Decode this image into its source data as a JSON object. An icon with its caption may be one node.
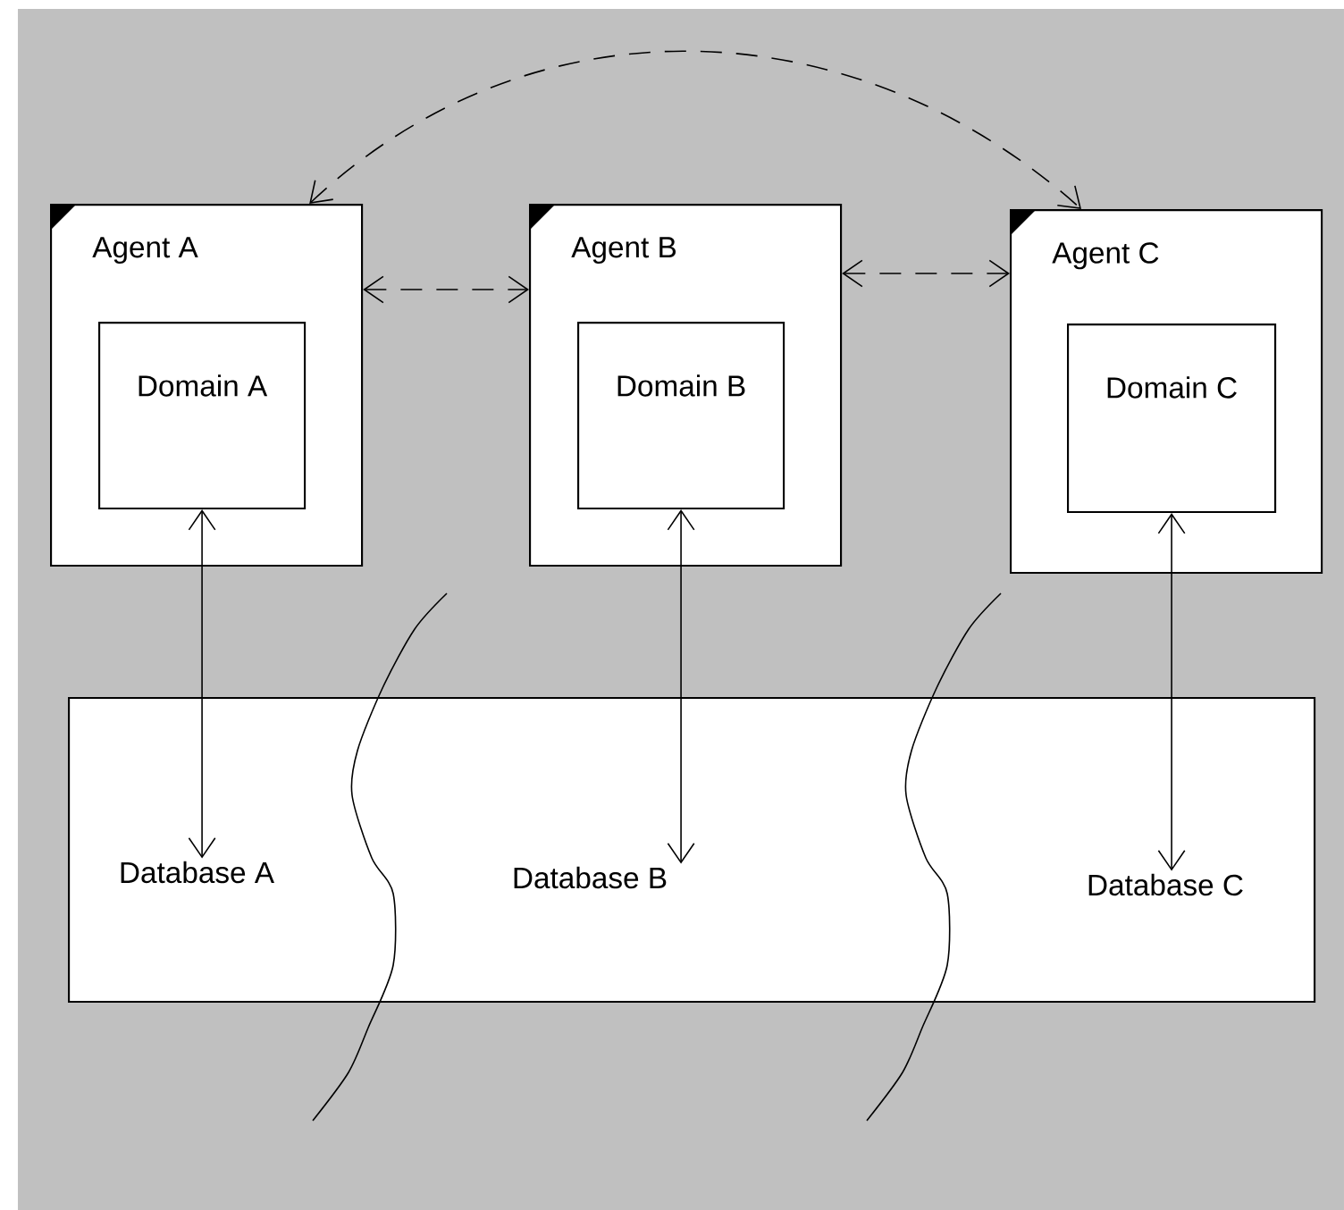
{
  "diagram": {
    "nodes": [
      {
        "text": [
          "Agent A"
        ]
      },
      {
        "text": [
          "Agent B"
        ]
      },
      {
        "text": [
          "Agent C"
        ]
      },
      {
        "text": [
          "Domain A"
        ],
        "in": 0
      },
      {
        "text": [
          "Domain B"
        ],
        "in": 1
      },
      {
        "text": [
          "Domain C"
        ],
        "in": 2
      },
      {
        "text": [],
        "shape": "box"
      },
      {
        "text": [
          "Database A"
        ],
        "in": 6
      },
      {
        "text": [
          "Database B"
        ],
        "in": 6
      },
      {
        "text": [
          "Database C"
        ],
        "in": 6
      }
    ],
    "edges": [
      {
        "from": 0,
        "to": 1,
        "arrow": "both",
        "style": "dashed"
      },
      {
        "from": 1,
        "to": 2,
        "arrow": "both",
        "style": "dashed"
      },
      {
        "from": 0,
        "to": 2,
        "arrow": "both",
        "style": "dashed"
      },
      {
        "from": 3,
        "to": 7,
        "arrow": "both"
      },
      {
        "from": 4,
        "to": 8,
        "arrow": "both"
      },
      {
        "from": 5,
        "to": 9,
        "arrow": "both"
      }
    ]
  }
}
